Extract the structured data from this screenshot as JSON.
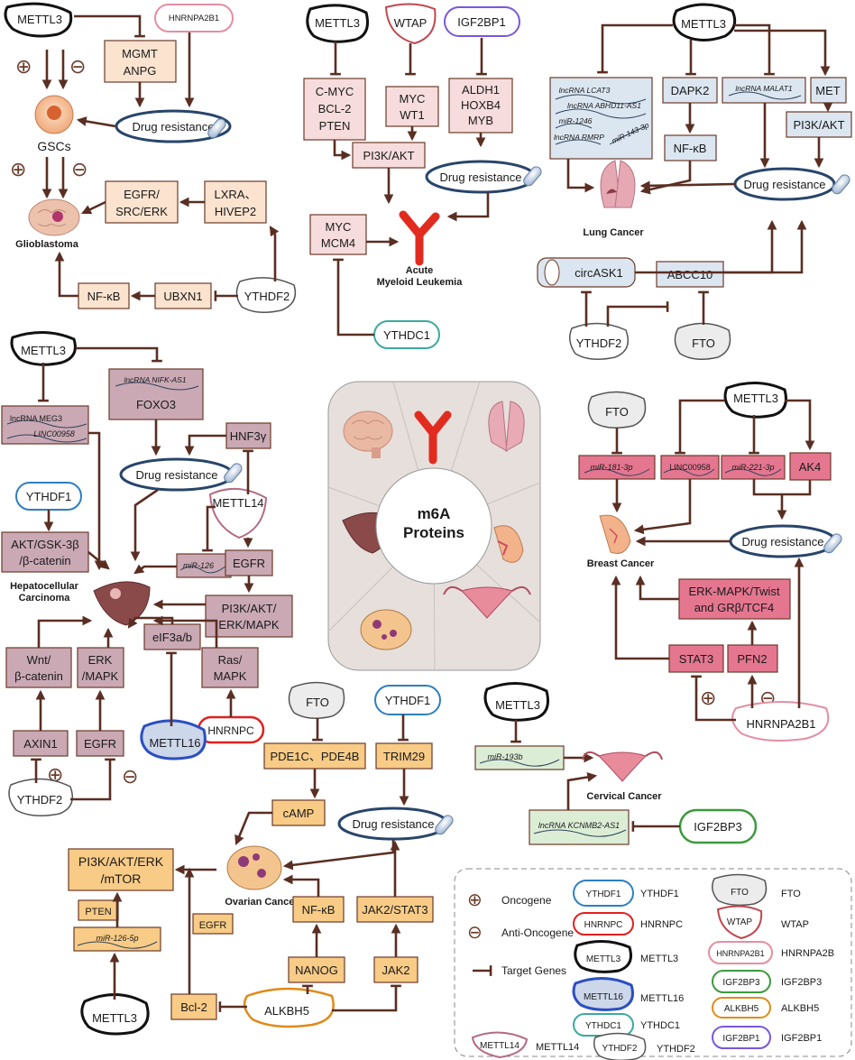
{
  "center": {
    "title_line1": "m6A",
    "title_line2": "Proteins"
  },
  "glioblastoma": {
    "nodes": {
      "mettl3": "METTL3",
      "hnrnpa2b1": "HNRNPA2B1",
      "mgmt": "MGMT",
      "anpg": "ANPG",
      "drug_resistance": "Drug resistance",
      "gscs": "GSCs",
      "glioblastoma": "Glioblastoma",
      "egfr1": "EGFR/",
      "egfr2": "SRC/ERK",
      "lxra1": "LXRA、",
      "lxra2": "HIVEP2",
      "nfkb": "NF-κB",
      "ubxn1": "UBXN1",
      "ythdf2": "YTHDF2"
    }
  },
  "aml": {
    "nodes": {
      "mettl3": "METTL3",
      "wtap": "WTAP",
      "igf2bp1": "IGF2BP1",
      "cmyc": "C-MYC",
      "bcl2": "BCL-2",
      "pten": "PTEN",
      "myc": "MYC",
      "wt1": "WT1",
      "aldh1": "ALDH1",
      "hoxb4": "HOXB4",
      "myb": "MYB",
      "pi3k": "PI3K/AKT",
      "drug_resistance": "Drug resistance",
      "myc2": "MYC",
      "mcm4": "MCM4",
      "label1": "Acute",
      "label2": "Myeloid Leukemia",
      "ythdc1": "YTHDC1"
    }
  },
  "lung": {
    "nodes": {
      "mettl3": "METTL3",
      "lnc_lcat3": "lncRNA LCAT3",
      "lnc_abhd11": "lncRNA ABHD11-AS1",
      "mir1246": "miR-1246",
      "lnc_rmrp": "lncRNA RMRP",
      "mir143": "miR-143-3p",
      "dapk2": "DAPK2",
      "nfkb": "NF-κB",
      "malat1": "lncRNA MALAT1",
      "met": "MET",
      "pi3k": "PI3K/AKT",
      "drug_resistance": "Drug resistance",
      "label": "Lung Cancer",
      "circask1": "circASK1",
      "abcc10": "ABCC10",
      "ythdf2": "YTHDF2",
      "fto": "FTO"
    }
  },
  "hcc": {
    "nodes": {
      "mettl3": "METTL3",
      "meg3": "lncRNA MEG3",
      "linc00958": "LINC00958",
      "nifk": "lncRNA NIFK-AS1",
      "foxo3": "FOXO3",
      "hnf3": "HNF3γ",
      "drug_resistance": "Drug resistance",
      "ythdf1": "YTHDF1",
      "mettl14": "METTL14",
      "akt1": "AKT/GSK-3β",
      "akt2": "/β-catenin",
      "mir126": "miR-126",
      "egfr": "EGFR",
      "label1": "Hepatocellular",
      "label2": "Carcinoma",
      "pi3k1": "PI3K/AKT/",
      "pi3k2": "ERK/MAPK",
      "wnt1": "Wnt/",
      "wnt2": "β-catenin",
      "erk1": "ERK",
      "erk2": "/MAPK",
      "eif3": "eIF3a/b",
      "ras1": "Ras/",
      "ras2": "MAPK",
      "hnrnpc": "HNRNPC",
      "axin1": "AXIN1",
      "egfr2": "EGFR",
      "mettl16": "METTL16",
      "ythdf2": "YTHDF2"
    }
  },
  "breast": {
    "nodes": {
      "fto": "FTO",
      "mettl3": "METTL3",
      "mir181": "miR-181-3p",
      "linc00958": "LINC00958",
      "mir221": "miR-221-3p",
      "ak4": "AK4",
      "drug_resistance": "Drug resistance",
      "label": "Breast Cancer",
      "erk1": "ERK-MAPK/Twist",
      "erk2": "and GRβ/TCF4",
      "stat3": "STAT3",
      "pfn2": "PFN2",
      "hnrnpa2b1": "HNRNPA2B1"
    }
  },
  "ovarian": {
    "nodes": {
      "fto": "FTO",
      "ythdf1": "YTHDF1",
      "pde": "PDE1C、PDE4B",
      "trim29": "TRIM29",
      "camp": "cAMP",
      "drug_resistance": "Drug resistance",
      "pi3k1": "PI3K/AKT/ERK",
      "pi3k2": "/mTOR",
      "label": "Ovarian Cancer",
      "pten": "PTEN",
      "mir126": "miR-126-5p",
      "egfr": "EGFR",
      "nfkb": "NF-κB",
      "jak2stat3": "JAK2/STAT3",
      "nanog": "NANOG",
      "jak2": "JAK2",
      "mettl3": "METTL3",
      "bcl2": "Bcl-2",
      "alkbh5": "ALKBH5"
    }
  },
  "cervical": {
    "nodes": {
      "mettl3": "METTL3",
      "mir193b": "miR-193b",
      "label": "Cervical Cancer",
      "kcnmb2": "lncRNA KCNMB2-AS1",
      "igf2bp3": "IGF2BP3"
    }
  },
  "legend": {
    "oncogene": "Oncogene",
    "anti_oncogene": "Anti-Oncogene",
    "target_genes": "Target Genes",
    "rows": [
      {
        "c1_shape": "YTHDF1",
        "c1_name": "YTHDF1",
        "c2_shape": "FTO",
        "c2_name": "FTO"
      },
      {
        "c1_shape": "HNRNPC",
        "c1_name": "HNRNPC",
        "c2_shape": "WTAP",
        "c2_name": "WTAP"
      },
      {
        "c1_shape": "METTL3",
        "c1_name": "METTL3",
        "c2_shape": "HNRNPA2B1",
        "c2_name": "HNRNPA2B"
      },
      {
        "c1_shape": "METTL16",
        "c1_name": "METTL16",
        "c2_shape": "IGF2BP3",
        "c2_name": "IGF2BP3"
      },
      {
        "c1_shape": "YTHDC1",
        "c1_name": "YTHDC1",
        "c2_shape": "ALKBH5",
        "c2_name": "ALKBH5"
      },
      {
        "c1_shape": "METTL14",
        "c1_name": "METTL14",
        "c2_shape": "YTHDF2",
        "c2_name": "YTHDF2"
      },
      {
        "c2_shape": "IGF2BP1",
        "c2_name": "IGF2BP1"
      }
    ]
  },
  "colors": {
    "arrow": "#5a2e22",
    "gbm_box": "#fbe3cf",
    "aml_box": "#f6dcdc",
    "lung_box": "#dbe6f1",
    "hcc_box": "#caa9b5",
    "breast_box": "#e57690",
    "ovarian_box": "#f8cb86",
    "cervical_box": "#dcedd6",
    "drug_ring": "#28456a",
    "mettl3": "#111111",
    "ythdf1": "#2d7fc1",
    "hnrnpc": "#e0201e",
    "mettl16": "#2b4fc0",
    "ythdc1": "#3ca9a0",
    "mettl14": "#b46b82",
    "wtap": "#c0474f",
    "hnrnpa2b1": "#e48ea2",
    "igf2bp3": "#3c9a3c",
    "alkbh5": "#e08a18",
    "igf2bp1": "#7a56e0"
  }
}
